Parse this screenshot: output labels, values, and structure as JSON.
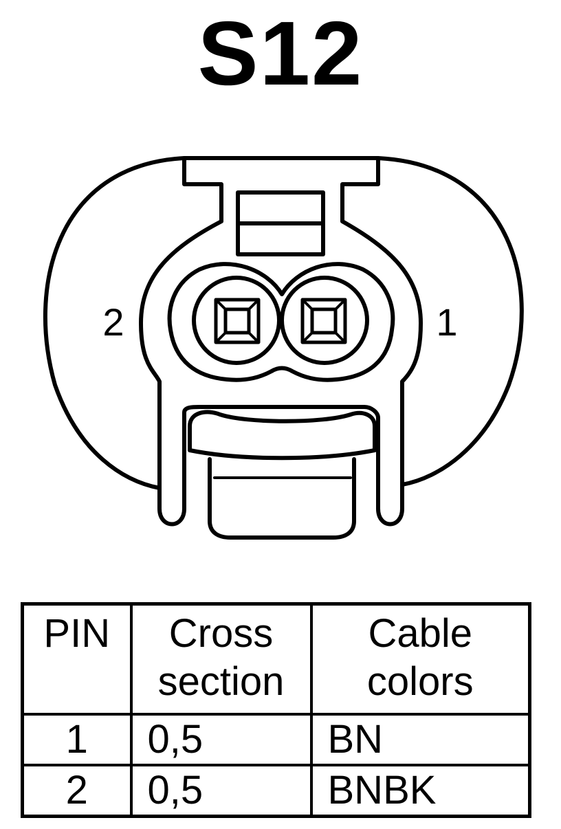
{
  "connector": {
    "title": "S12",
    "pin_labels": {
      "left": "2",
      "right": "1"
    }
  },
  "table": {
    "headers": {
      "pin": "PIN",
      "cross_line1": "Cross",
      "cross_line2": "section",
      "color_line1": "Cable",
      "color_line2": "colors"
    },
    "rows": [
      {
        "pin": "1",
        "cross_section": "0,5",
        "color": "BN"
      },
      {
        "pin": "2",
        "cross_section": "0,5",
        "color": "BNBK"
      }
    ]
  }
}
